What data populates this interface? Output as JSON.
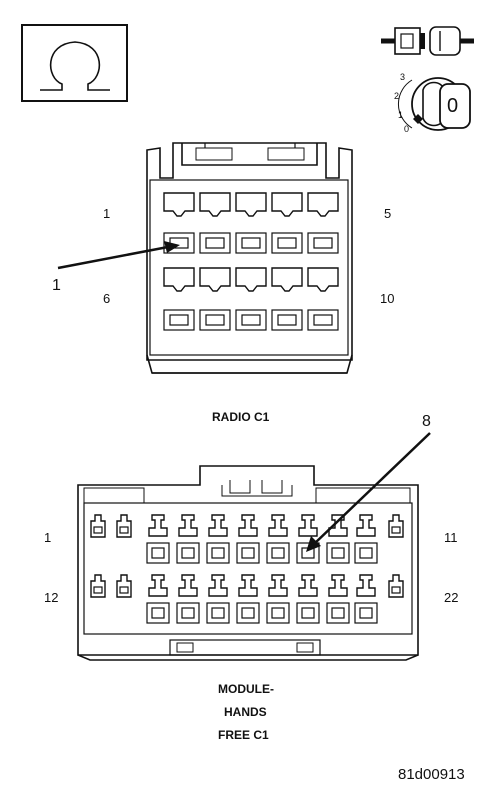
{
  "icons": {
    "ohmmeter_icon": "ohm-symbol-icon",
    "connector_icon": "disconnected-connector-icon",
    "ignition_icon": "ignition-key-off-icon"
  },
  "ignition": {
    "positions": [
      "3",
      "2",
      "1",
      "0"
    ],
    "key_label": "0"
  },
  "radio_c1": {
    "title": "RADIO C1",
    "pin_top_left": "1",
    "pin_top_right": "5",
    "pin_bottom_left": "6",
    "pin_bottom_right": "10",
    "callout": "1"
  },
  "hands_free_c1": {
    "title_line1": "MODULE-",
    "title_line2": "HANDS",
    "title_line3": "FREE C1",
    "pin_top_left": "1",
    "pin_top_right": "11",
    "pin_bottom_left": "12",
    "pin_bottom_right": "22",
    "callout": "8"
  },
  "figure_code": "81d00913"
}
